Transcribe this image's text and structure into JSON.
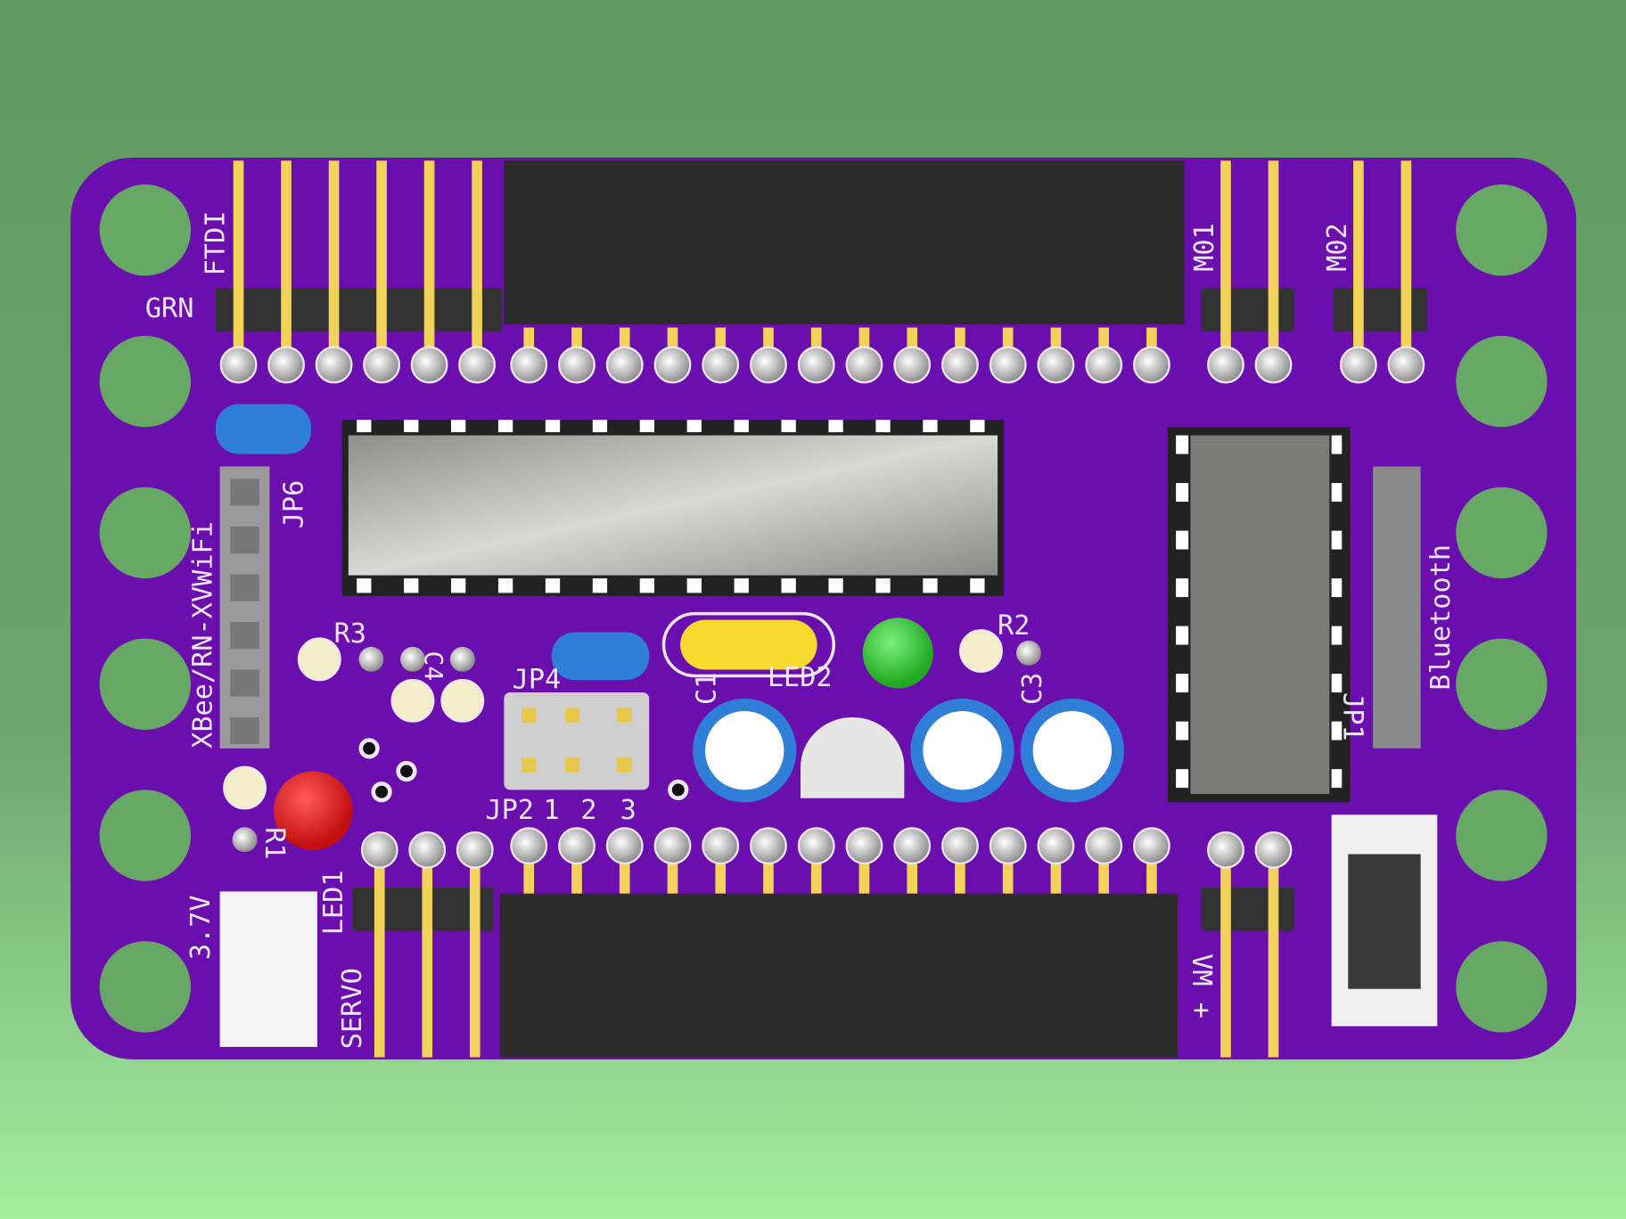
{
  "board": {
    "colors": {
      "background_top": "#5e9a60",
      "background_bottom": "#a3ee9e",
      "pcb": "#6a0fae",
      "silkscreen": "#eee6f5",
      "header_pin": "#f1d35a",
      "led_red": "#e11a1a",
      "led_green": "#3ccc3c",
      "cap_blue": "#2f7fd8",
      "crystal_yellow": "#f5d92c"
    },
    "labels": {
      "grn": "GRN",
      "ftdi": "FTDI",
      "m01": "M01",
      "m02": "M02",
      "jp6": "JP6",
      "xbee": "XBee/RN-XVWiFi",
      "r3": "R3",
      "c4": "C4",
      "jp4": "JP4",
      "c1": "C1",
      "led2": "LED2",
      "r2": "R2",
      "c3": "C3",
      "jp2": "JP2",
      "pin1": "1",
      "pin2": "2",
      "pin3": "3",
      "r1": "R1",
      "led1": "LED1",
      "batt": "3.7V",
      "servo": "SERVO",
      "vm": "VM +",
      "jp1": "JP1",
      "bluetooth": "Bluetooth"
    }
  }
}
